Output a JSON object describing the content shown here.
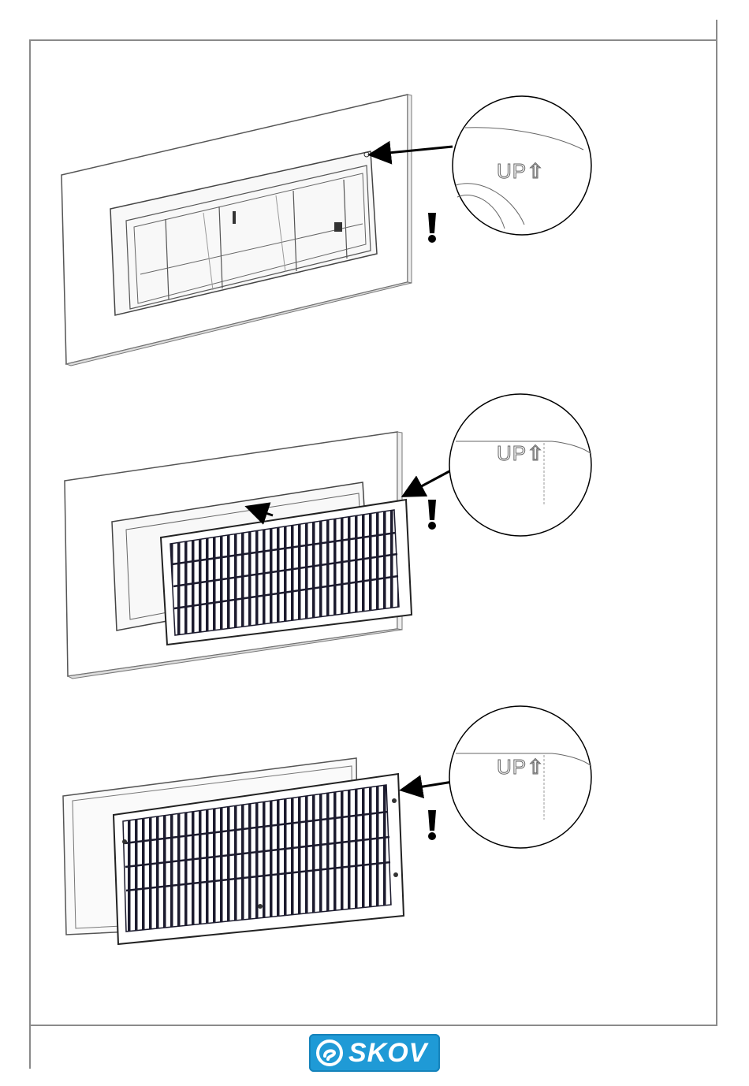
{
  "callouts": [
    {
      "label": "UP⇧"
    },
    {
      "label": "UP⇧"
    },
    {
      "label": "UP⇧"
    }
  ],
  "warning_symbol": "!",
  "logo": {
    "text": "SKOV",
    "icon": "skov-logo-icon",
    "color": "#1f9ad6"
  }
}
